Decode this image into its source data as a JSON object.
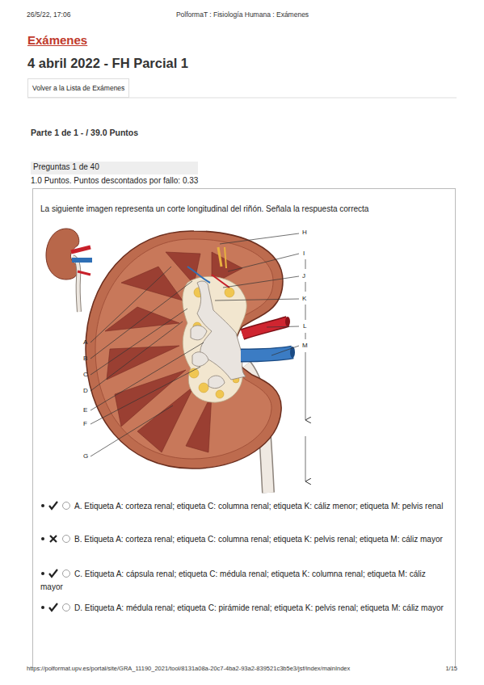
{
  "diagram": {
    "title": "4 abril 2022 - FH Parcial 1",
    "nodes": [
      {
        "text": [
          "Volver a la Lista de Exámenes"
        ]
      },
      {
        "text": [
          "Preguntas 1 de 40"
        ]
      },
      {
        "text": [
          "La siguiente imagen representa un corte longitudinal del riñón. Señala la respuesta correcta",
          "A. Etiqueta A: corteza renal; etiqueta C: columna renal; etiqueta K: cáliz menor; etiqueta M: pelvis renal",
          "B. Etiqueta A: corteza renal; etiqueta C: columna renal; etiqueta K: pelvis renal; etiqueta M: cáliz mayor",
          "C. Etiqueta A: cápsula renal; etiqueta C: médula renal; etiqueta K: columna renal; etiqueta M: cáliz mayor",
          "D. Etiqueta A: médula renal; etiqueta C: pirámide renal; etiqueta K: pelvis renal; etiqueta M: cáliz mayor"
        ]
      }
    ],
    "labels": [
      "26/5/22, 17:06",
      "PolformaT : Fisiología Humana : Exámenes",
      "Exámenes",
      "Parte 1 de 1 - / 39.0 Puntos",
      "1.0 Puntos. Puntos descontados por fallo: 0.33",
      "A",
      "B",
      "C",
      "D",
      "E",
      "F",
      "G",
      "H",
      "I",
      "J",
      "K",
      "L",
      "M",
      "https://polformat.upv.es/portal/site/GRA_11190_2021/tool/8131a08a-20c7-4ba2-93a2-839521c3b5e3/jsf/index/mainIndex",
      "1/15"
    ]
  }
}
